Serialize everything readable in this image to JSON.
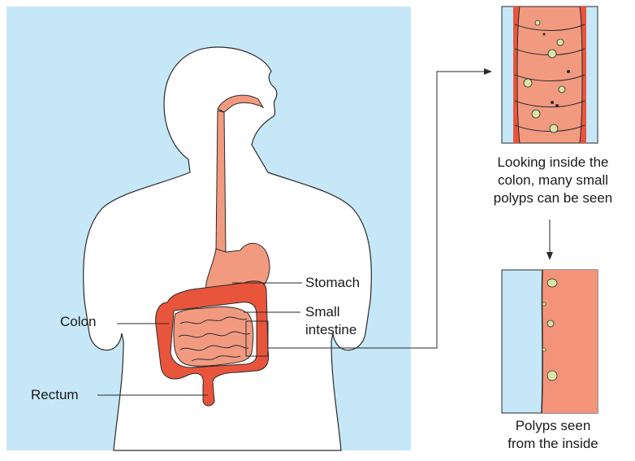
{
  "labels": {
    "stomach": "Stomach",
    "small_intestine_line1": "Small",
    "small_intestine_line2": "intestine",
    "colon": "Colon",
    "rectum": "Rectum"
  },
  "captions": {
    "inside_view": [
      "Looking inside the",
      "colon, many small",
      "polyps can be seen"
    ],
    "polyps_view": [
      "Polyps seen",
      "from the inside"
    ]
  },
  "colors": {
    "background_panel": "#c6e7f7",
    "body_fill": "#ffffff",
    "digestive_light": "#f29a80",
    "colon_red": "#e8553c",
    "colon_wall": "#f2937a",
    "outline": "#2a2a2a",
    "polyp": "#d9e6a6"
  }
}
